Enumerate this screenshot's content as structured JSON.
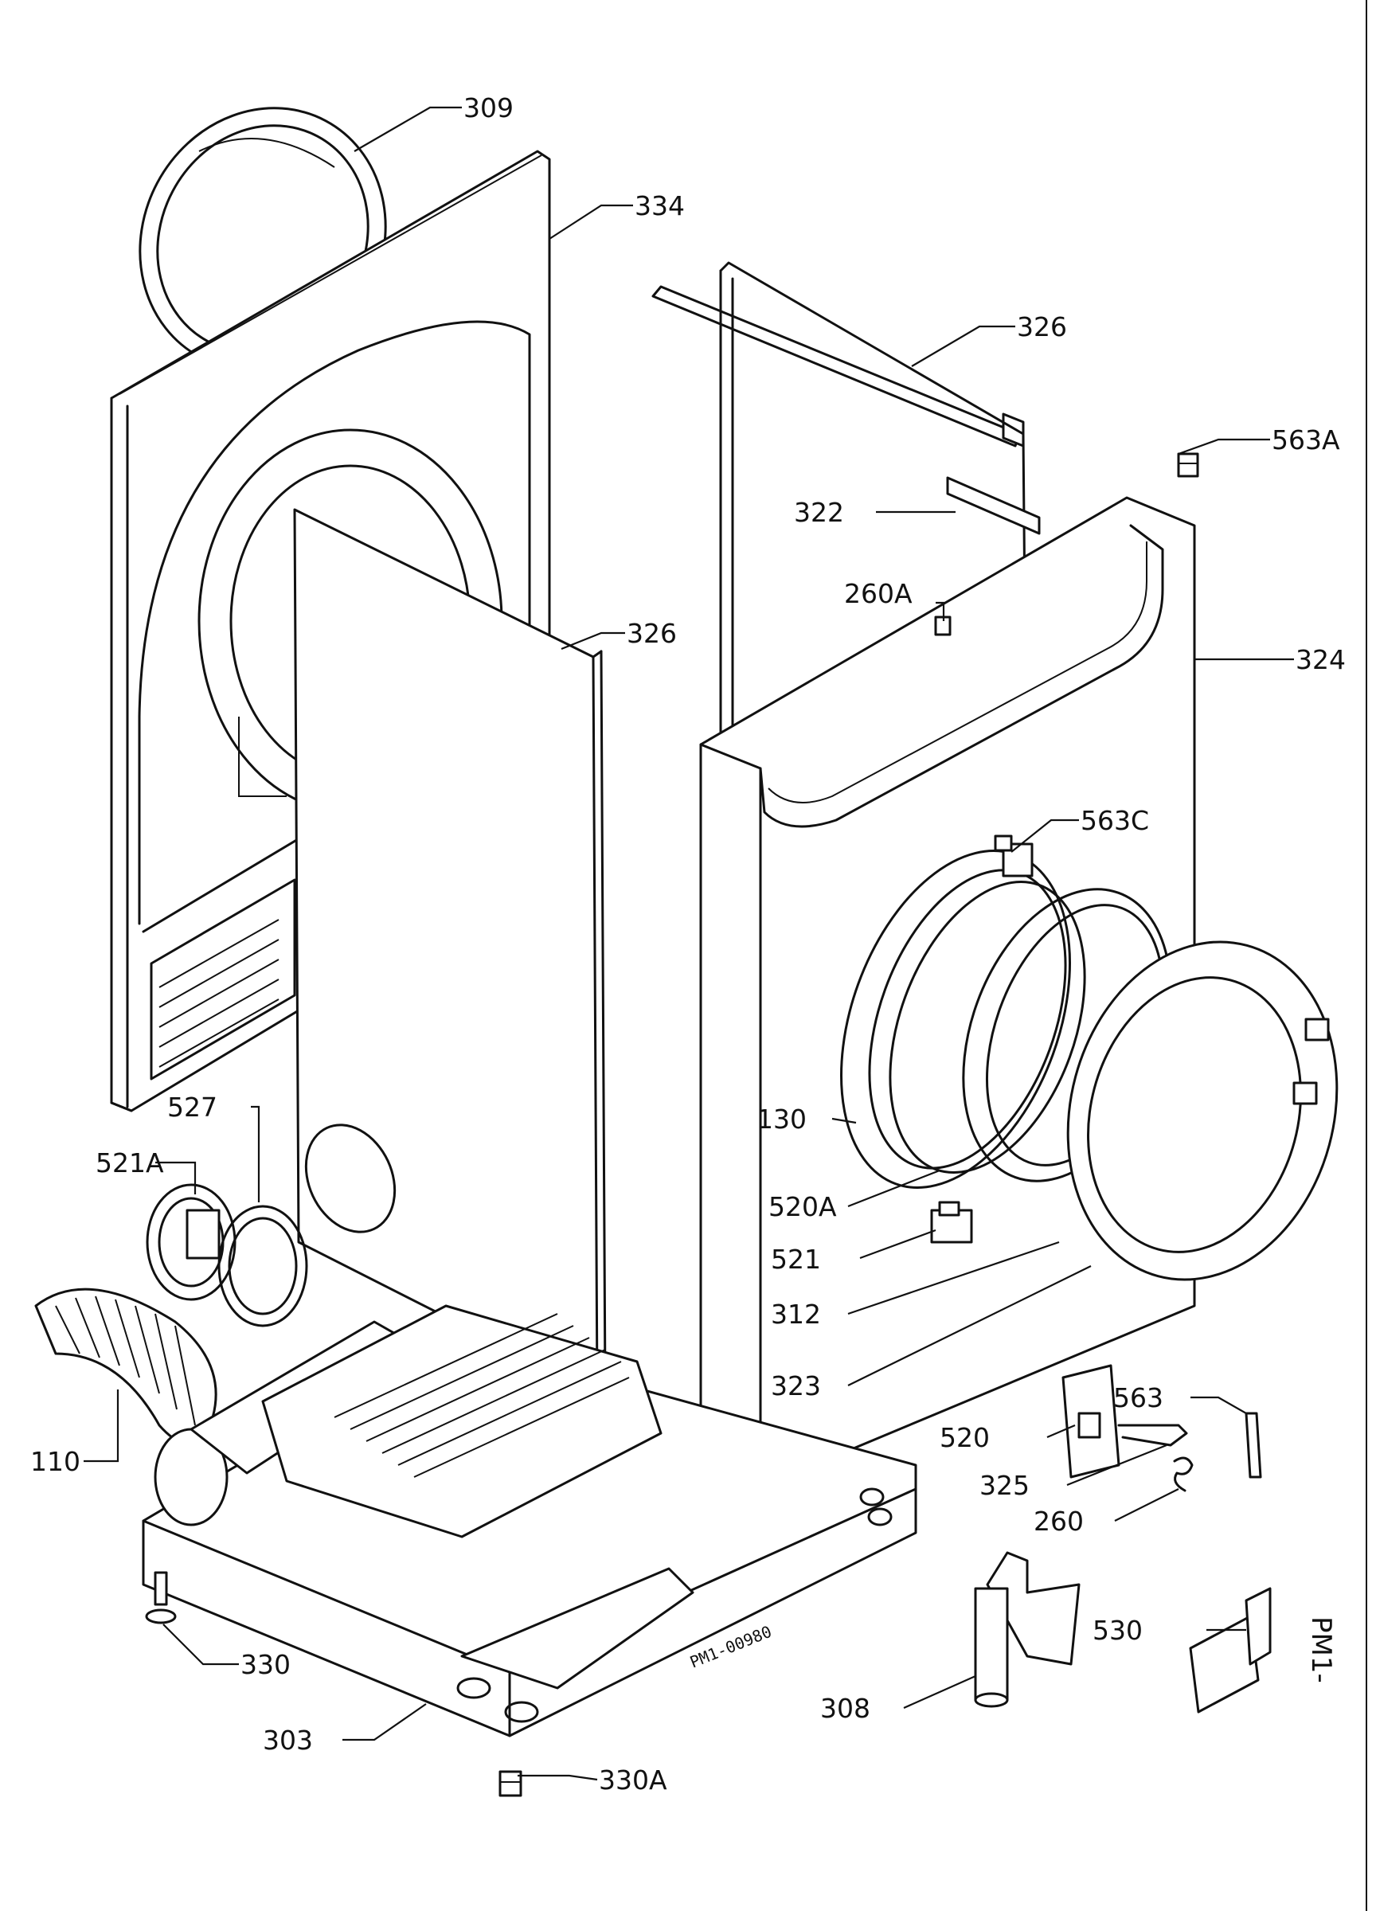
{
  "diagram": {
    "drawing_code": "PM1-00980",
    "side_mark": "PM1-",
    "labels": {
      "p309": "309",
      "p334": "334",
      "p326_top": "326",
      "p563a": "563A",
      "p322": "322",
      "p260a": "260A",
      "p326_mid": "326",
      "p324": "324",
      "p563c": "563C",
      "p130": "130",
      "p527": "527",
      "p521a": "521A",
      "p520a": "520A",
      "p521": "521",
      "p312": "312",
      "p323": "323",
      "p110": "110",
      "p563": "563",
      "p520": "520",
      "p325": "325",
      "p260": "260",
      "p330": "330",
      "p530": "530",
      "p308": "308",
      "p303": "303",
      "p330a": "330A"
    }
  }
}
